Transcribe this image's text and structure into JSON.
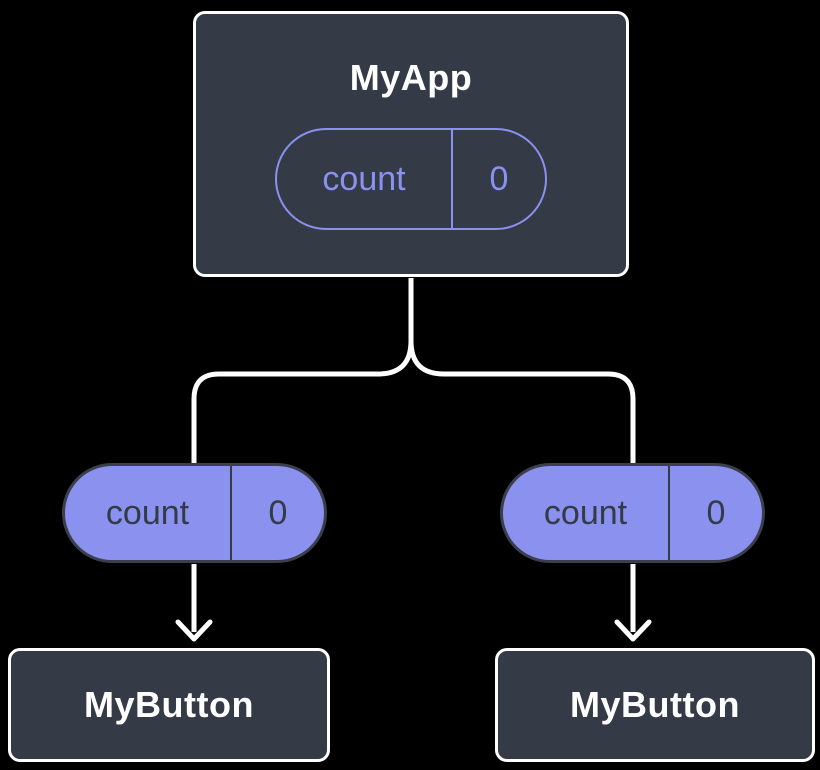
{
  "colors": {
    "background": "#000000",
    "node_fill": "#343A46",
    "node_border": "#FFFFFF",
    "accent_purple": "#8A91EE",
    "pill_dark_text": "#343A46",
    "connector_white": "#FFFFFF"
  },
  "tree": {
    "root": {
      "label": "MyApp",
      "state_pill": {
        "name": "count",
        "value": "0"
      }
    },
    "children": [
      {
        "label": "MyButton",
        "prop_pill": {
          "name": "count",
          "value": "0"
        }
      },
      {
        "label": "MyButton",
        "prop_pill": {
          "name": "count",
          "value": "0"
        }
      }
    ]
  }
}
